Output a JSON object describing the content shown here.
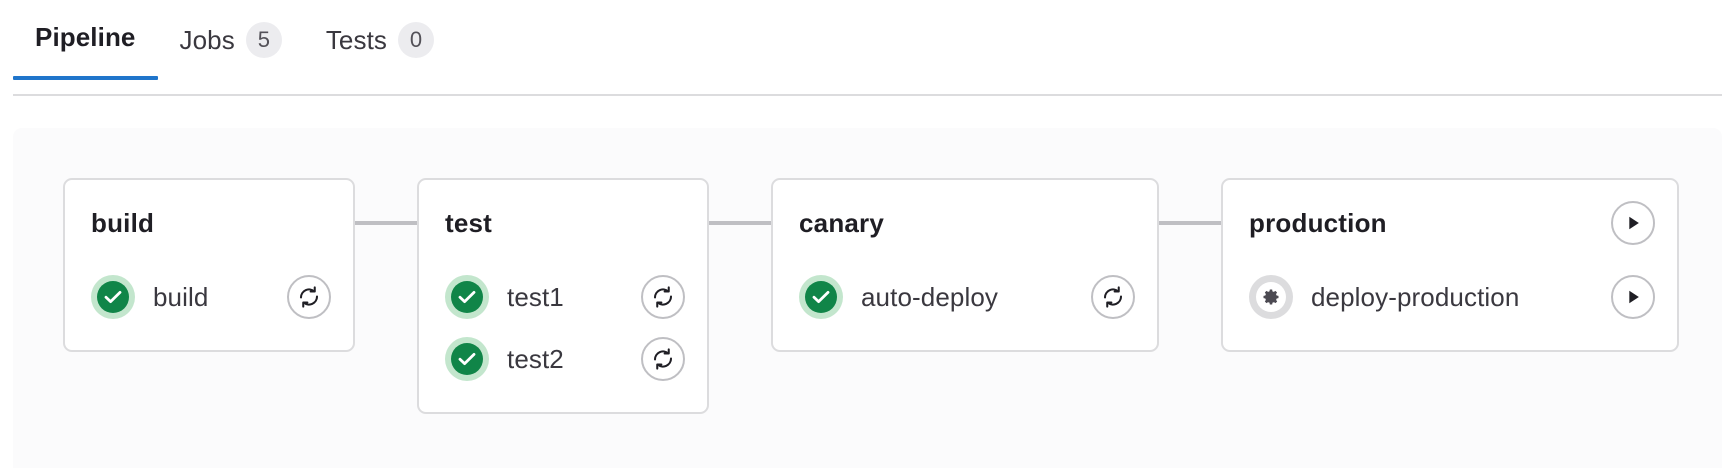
{
  "tabs": [
    {
      "label": "Pipeline",
      "badge": null,
      "active": true
    },
    {
      "label": "Jobs",
      "badge": "5",
      "active": false
    },
    {
      "label": "Tests",
      "badge": "0",
      "active": false
    }
  ],
  "colors": {
    "accent": "#1f75cb",
    "success": "#108548",
    "success_halo": "#c3e6cd",
    "manual_halo": "#dcdcde",
    "panel_bg": "#fbfbfc",
    "card_border": "#dcdcde",
    "connector": "#bfbfc3",
    "badge_bg": "#ececef"
  },
  "pipeline": {
    "stages": [
      {
        "name": "build",
        "header_action": null,
        "jobs": [
          {
            "name": "build",
            "status": "success",
            "status_icon": "check-circle-icon",
            "action": "retry",
            "action_icon": "retry-icon"
          }
        ]
      },
      {
        "name": "test",
        "header_action": null,
        "jobs": [
          {
            "name": "test1",
            "status": "success",
            "status_icon": "check-circle-icon",
            "action": "retry",
            "action_icon": "retry-icon"
          },
          {
            "name": "test2",
            "status": "success",
            "status_icon": "check-circle-icon",
            "action": "retry",
            "action_icon": "retry-icon"
          }
        ]
      },
      {
        "name": "canary",
        "header_action": null,
        "jobs": [
          {
            "name": "auto-deploy",
            "status": "success",
            "status_icon": "check-circle-icon",
            "action": "retry",
            "action_icon": "retry-icon"
          }
        ]
      },
      {
        "name": "production",
        "header_action": "play",
        "header_action_icon": "play-icon",
        "jobs": [
          {
            "name": "deploy-production",
            "status": "manual",
            "status_icon": "gear-icon",
            "action": "play",
            "action_icon": "play-icon"
          }
        ]
      }
    ]
  }
}
